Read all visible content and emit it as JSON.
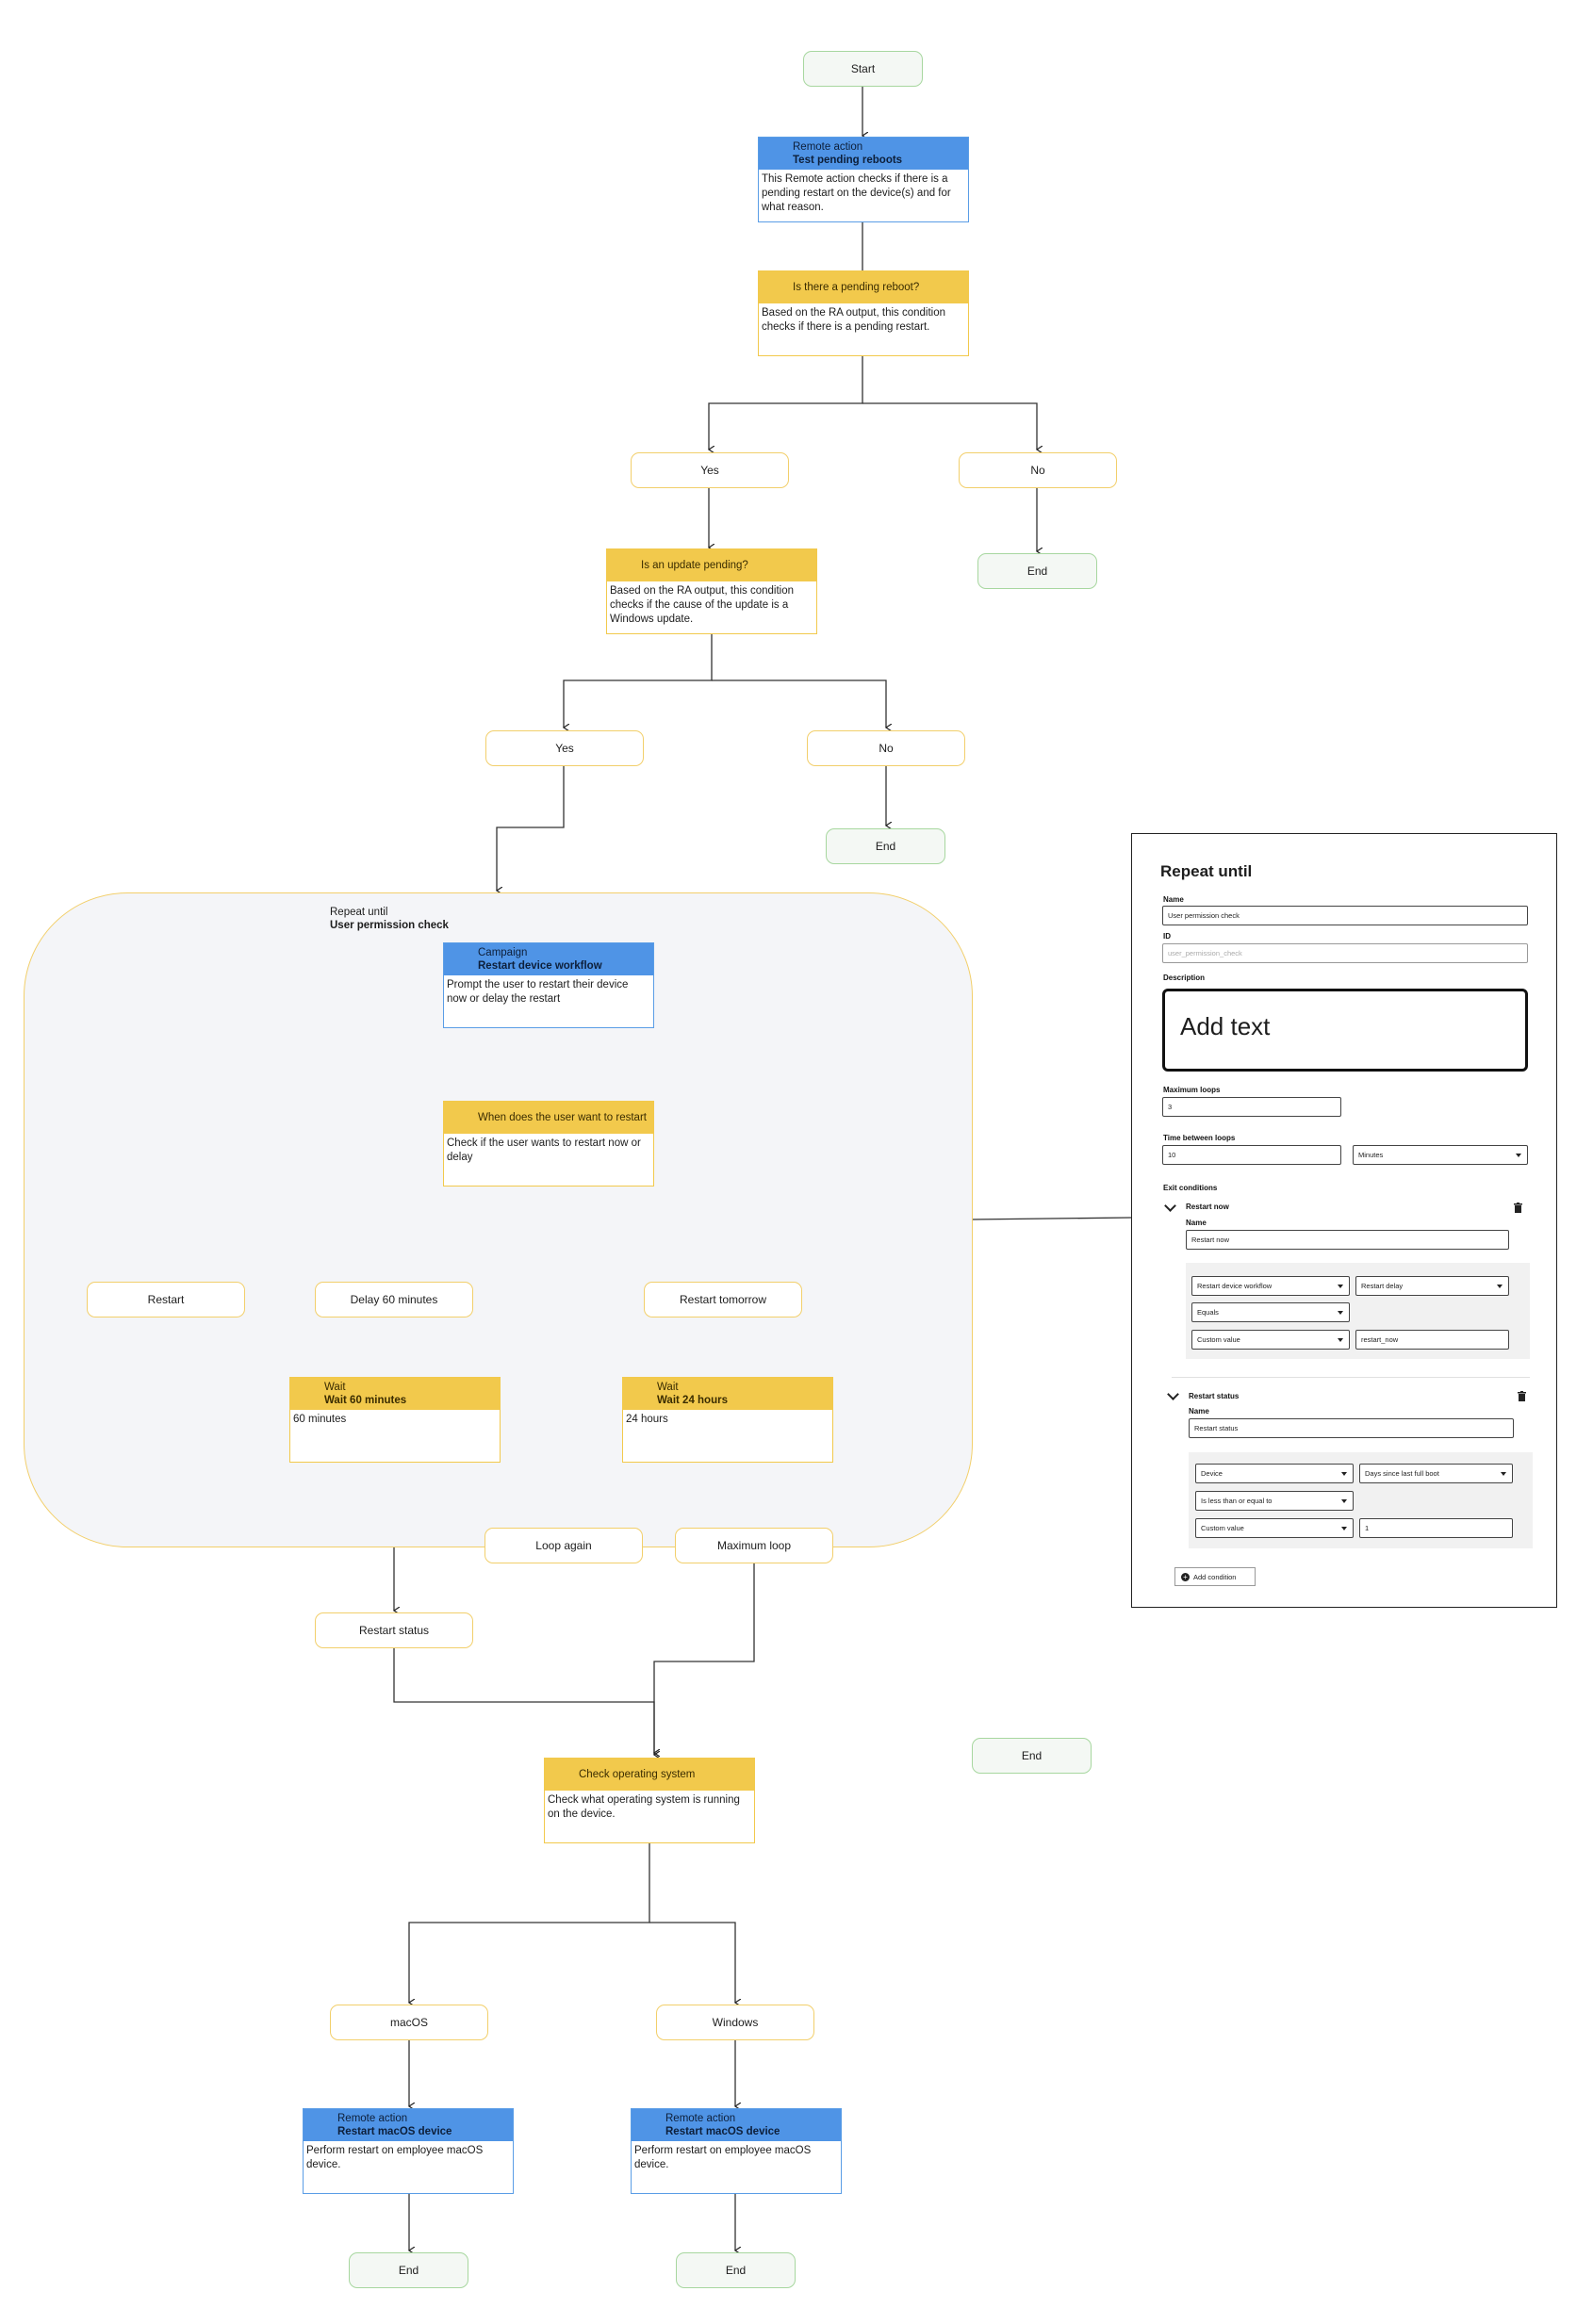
{
  "nodes": {
    "start": "Start",
    "ra1": {
      "type": "Remote action",
      "title": "Test pending reboots",
      "desc": "This Remote action checks if there is a pending restart on the device(s) and for what reason."
    },
    "cond1": {
      "title": "Is there a pending reboot?",
      "desc": "Based on the RA output, this condition checks if there is a pending restart."
    },
    "yes1": "Yes",
    "no1": "No",
    "end1": "End",
    "cond2": {
      "title": "Is an update pending?",
      "desc": "Based on the RA output, this condition checks if the cause of the update is a Windows update."
    },
    "yes2": "Yes",
    "no2": "No",
    "end2": "End",
    "loop": {
      "type": "Repeat until",
      "name": "User permission check"
    },
    "campaign": {
      "type": "Campaign",
      "title": "Restart device workflow",
      "desc": "Prompt the user to restart their device now or delay the restart"
    },
    "cond3": {
      "title": "When does the user want to restart",
      "desc": "Check if the user wants to restart now or delay"
    },
    "restart": "Restart",
    "delay60": "Delay 60 minutes",
    "tomorrow": "Restart tomorrow",
    "wait1": {
      "type": "Wait",
      "title": "Wait 60 minutes",
      "desc": "60 minutes"
    },
    "wait2": {
      "type": "Wait",
      "title": "Wait 24 hours",
      "desc": "24 hours"
    },
    "loop_again": "Loop again",
    "max_loop": "Maximum loop",
    "restart_status": "Restart status",
    "end_float": "End",
    "cond4": {
      "title": "Check operating system",
      "desc": "Check what operating system is running on the device."
    },
    "macos": "macOS",
    "windows": "Windows",
    "ra_mac": {
      "type": "Remote action",
      "title": "Restart macOS device",
      "desc": "Perform restart on employee macOS device."
    },
    "ra_win": {
      "type": "Remote action",
      "title": "Restart macOS device",
      "desc": "Perform restart on employee macOS device."
    },
    "end3": "End",
    "end4": "End"
  },
  "panel": {
    "title": "Repeat until",
    "name_label": "Name",
    "name_value": "User permission check",
    "id_label": "ID",
    "id_placeholder": "user_permission_check",
    "description_label": "Description",
    "description_value": "Add text",
    "max_loops_label": "Maximum loops",
    "max_loops_value": "3",
    "time_label": "Time between loops",
    "time_value": "10",
    "time_unit": "Minutes",
    "exit_label": "Exit conditions",
    "conditions": [
      {
        "title": "Restart now",
        "name_label": "Name",
        "name_value": "Restart now",
        "source": "Restart device workflow",
        "field": "Restart delay",
        "operator": "Equals",
        "value_type": "Custom value",
        "value": "restart_now"
      },
      {
        "title": "Restart status",
        "name_label": "Name",
        "name_value": "Restart status",
        "source": "Device",
        "field": "Days since last full boot",
        "operator": "Is less than or equal to",
        "value_type": "Custom value",
        "value": "1"
      }
    ],
    "add_condition": "Add condition"
  },
  "colors": {
    "remote_action": "#4f94e6",
    "condition": "#f2c94c",
    "end_border": "#a7d79f",
    "branch_border": "#f2cf6b",
    "loop_bg": "#f4f5f8"
  }
}
